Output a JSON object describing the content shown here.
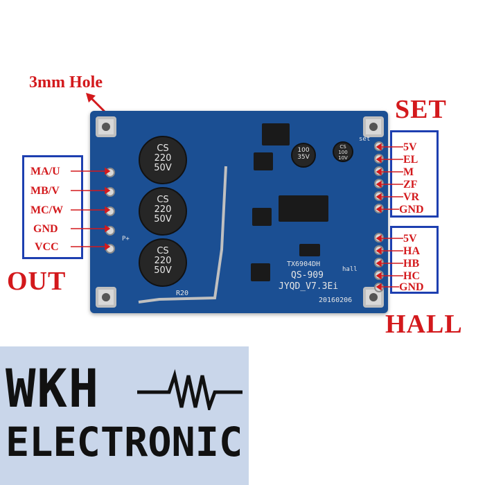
{
  "callouts": {
    "hole": "3mm Hole",
    "out": "OUT",
    "set": "SET",
    "hall": "HALL"
  },
  "out_pins": [
    "MA/U",
    "MB/V",
    "MC/W",
    "GND",
    "VCC"
  ],
  "set_pins": [
    "5V",
    "EL",
    "M",
    "ZF",
    "VR",
    "GND"
  ],
  "hall_pins": [
    "5V",
    "HA",
    "HB",
    "HC",
    "GND"
  ],
  "board": {
    "capacitor_lines": [
      "CS",
      "220",
      "50V"
    ],
    "chip_label": "TX6904DH",
    "model": "QS-909",
    "version": "JYQD_V7.3Ei",
    "date": "20160206",
    "resistor_label": "R20",
    "small_cap_1": "100\n35V",
    "small_cap_2": "CS\n100\n10V",
    "hall_silk": "hall",
    "set_silk": "set",
    "pplus_silk": "P+"
  },
  "logo": {
    "line1": "WKH",
    "line2": "ELECTRONIC"
  },
  "colors": {
    "callout_red": "#d3191c",
    "frame_blue": "#1d3fb0",
    "pcb_blue": "#1b4f93",
    "logo_bg": "#c9d6ea"
  }
}
